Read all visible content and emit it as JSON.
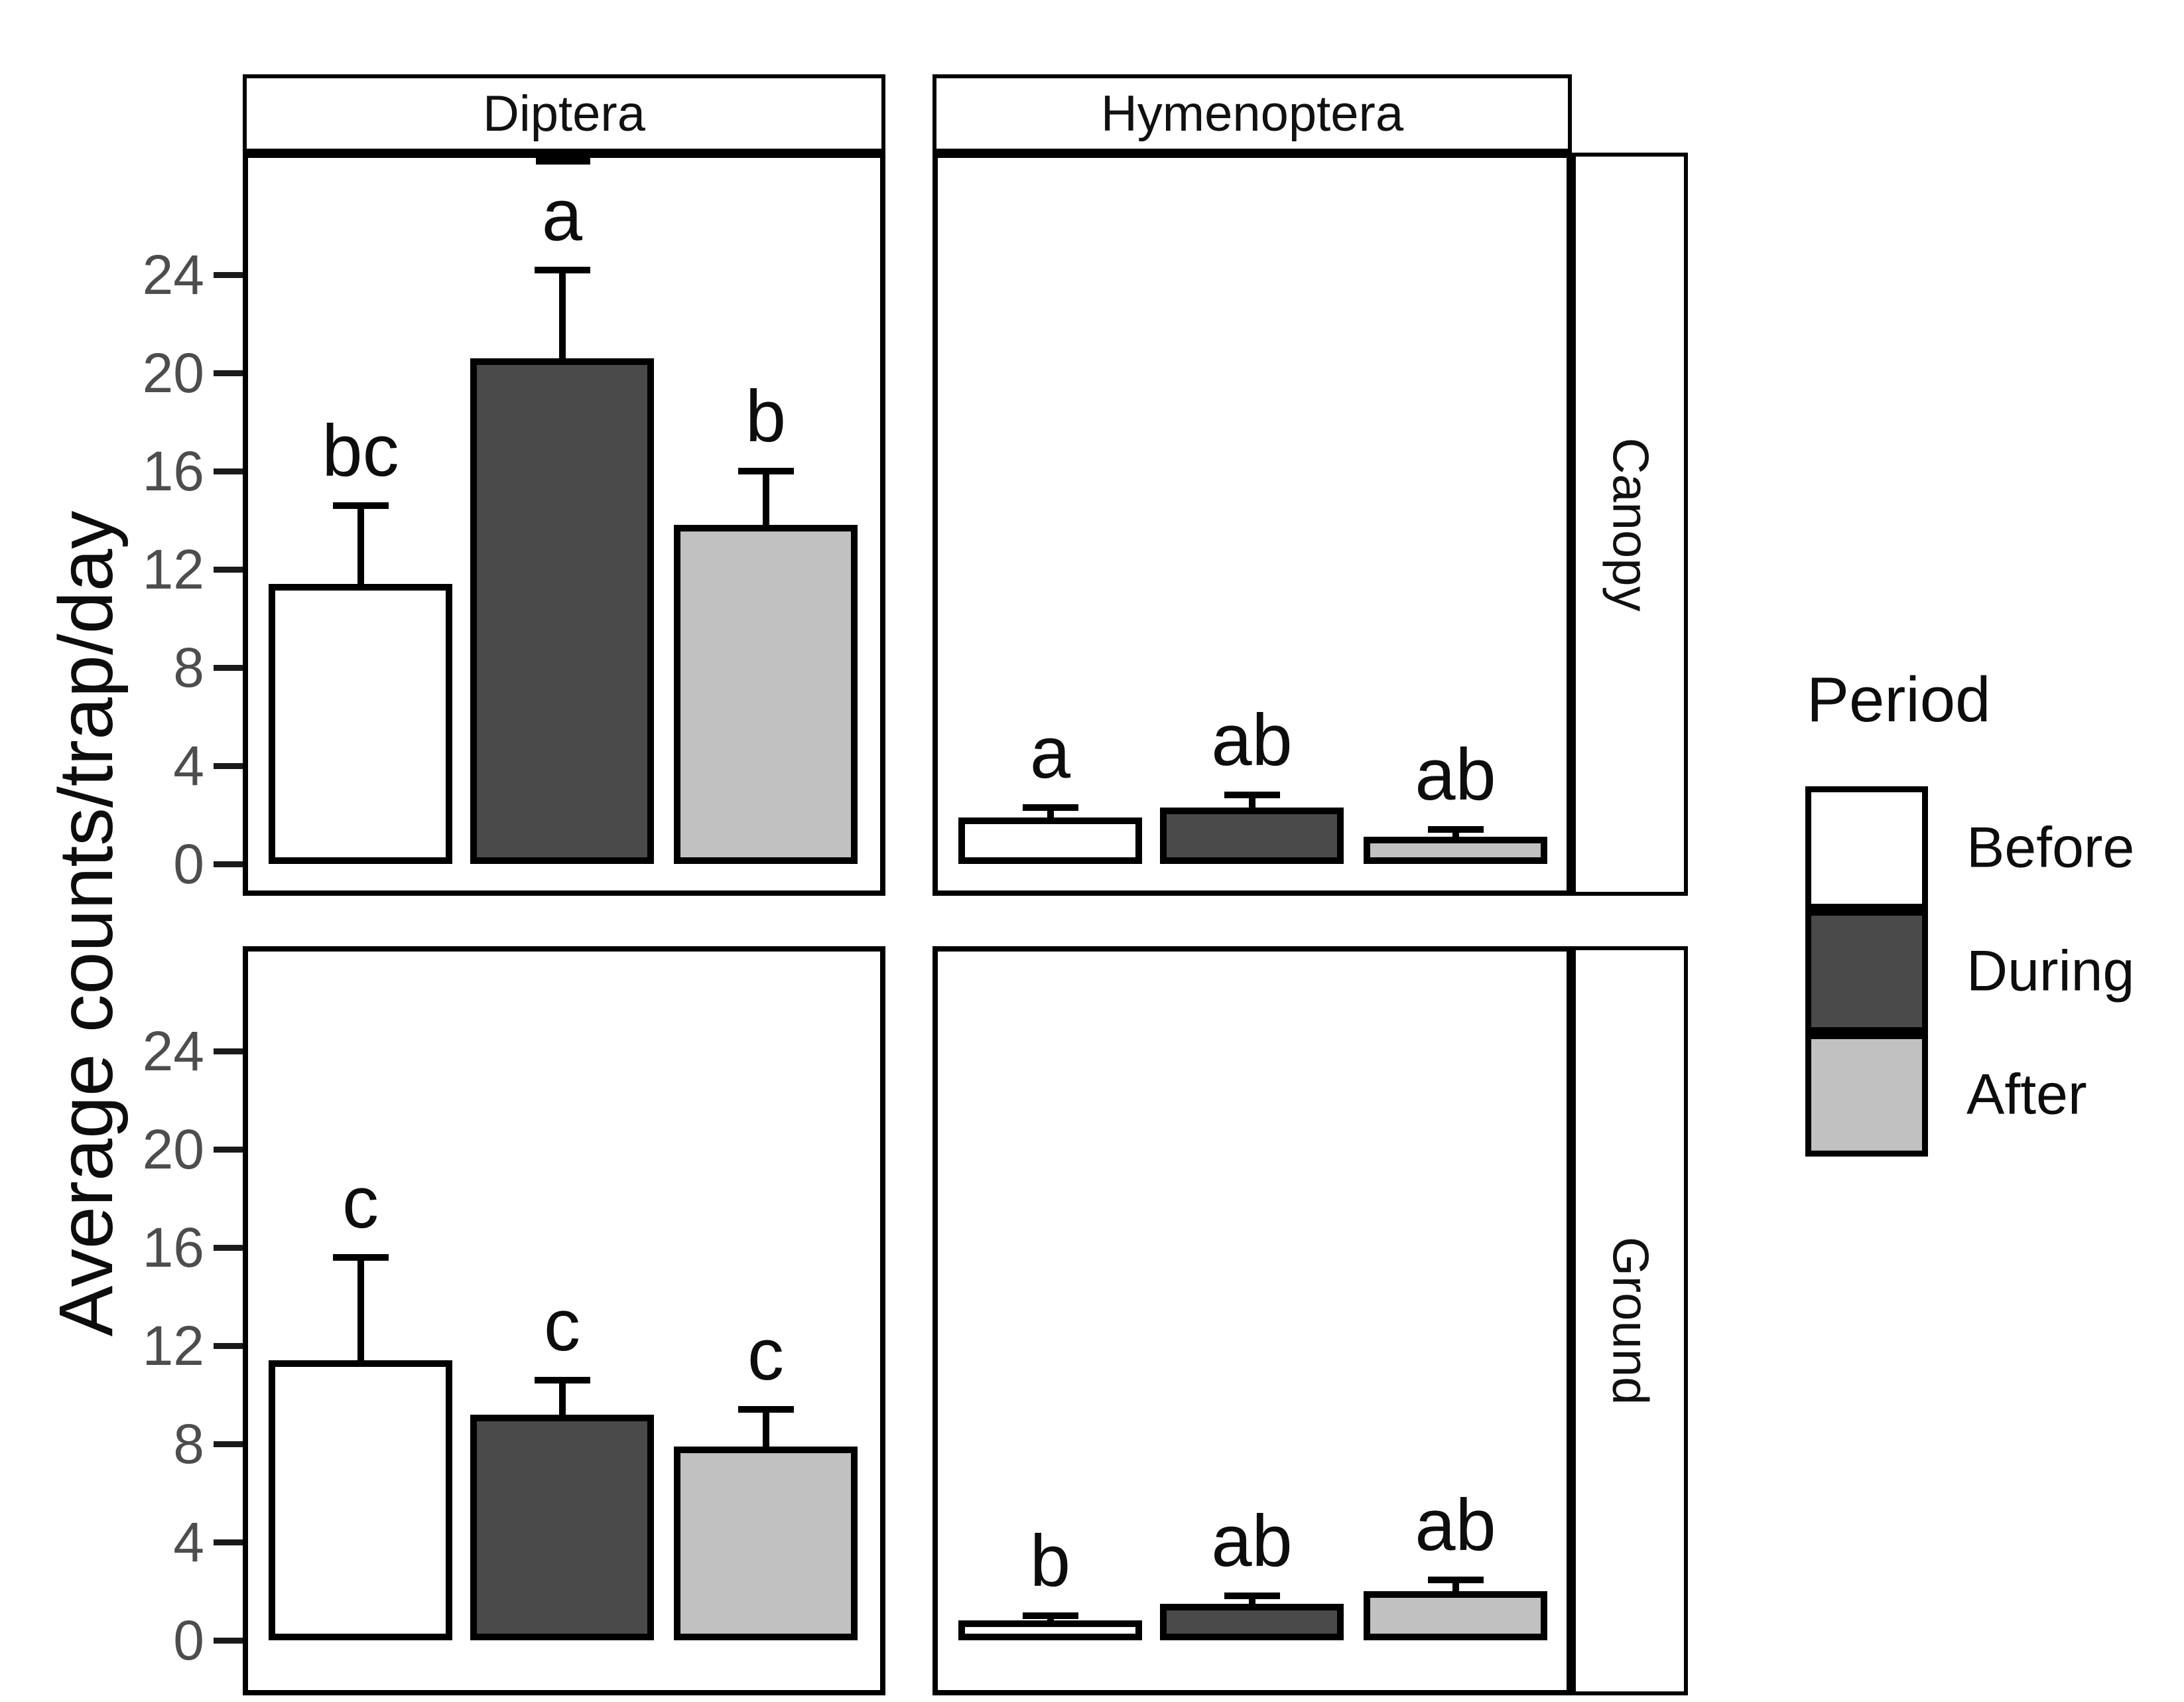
{
  "figure": {
    "y_axis_label": "Average counts/trap/day"
  },
  "facets": {
    "columns": [
      "Diptera",
      "Hymenoptera"
    ],
    "rows": [
      "Canopy",
      "Ground"
    ]
  },
  "legend": {
    "title": "Period",
    "items": [
      {
        "label": "Before",
        "color": "#ffffff"
      },
      {
        "label": "During",
        "color": "#4a4a4a"
      },
      {
        "label": "After",
        "color": "#c1c1c1"
      }
    ]
  },
  "chart_data": {
    "type": "bar",
    "title": "",
    "xlabel": "",
    "ylabel": "Average counts/trap/day",
    "ylim": [
      0,
      28
    ],
    "y_ticks": [
      0,
      4,
      8,
      12,
      16,
      20,
      24
    ],
    "grid": false,
    "legend_position": "right",
    "legend_title": "Period",
    "groups": [
      "Before",
      "During",
      "After"
    ],
    "group_colors": {
      "Before": "#ffffff",
      "During": "#4a4a4a",
      "After": "#c1c1c1"
    },
    "facet_columns": [
      "Diptera",
      "Hymenoptera"
    ],
    "facet_rows": [
      "Canopy",
      "Ground"
    ],
    "error_bars": "upper standard error, black caps",
    "panels": [
      {
        "row": "Canopy",
        "column": "Diptera",
        "bars": [
          {
            "period": "Before",
            "value": 11.4,
            "error_upper": 14.6,
            "letter": "bc"
          },
          {
            "period": "During",
            "value": 20.6,
            "error_upper": 24.2,
            "letter": "a"
          },
          {
            "period": "After",
            "value": 13.8,
            "error_upper": 16.0,
            "letter": "b"
          }
        ]
      },
      {
        "row": "Canopy",
        "column": "Hymenoptera",
        "bars": [
          {
            "period": "Before",
            "value": 1.9,
            "error_upper": 2.3,
            "letter": "a"
          },
          {
            "period": "During",
            "value": 2.3,
            "error_upper": 2.8,
            "letter": "ab"
          },
          {
            "period": "After",
            "value": 1.1,
            "error_upper": 1.4,
            "letter": "ab"
          }
        ]
      },
      {
        "row": "Ground",
        "column": "Diptera",
        "bars": [
          {
            "period": "Before",
            "value": 11.4,
            "error_upper": 15.6,
            "letter": "c"
          },
          {
            "period": "During",
            "value": 9.2,
            "error_upper": 10.6,
            "letter": "c"
          },
          {
            "period": "After",
            "value": 7.9,
            "error_upper": 9.4,
            "letter": "c"
          }
        ]
      },
      {
        "row": "Ground",
        "column": "Hymenoptera",
        "bars": [
          {
            "period": "Before",
            "value": 0.8,
            "error_upper": 1.0,
            "letter": "b"
          },
          {
            "period": "During",
            "value": 1.5,
            "error_upper": 1.8,
            "letter": "ab"
          },
          {
            "period": "After",
            "value": 2.0,
            "error_upper": 2.45,
            "letter": "ab"
          }
        ]
      }
    ]
  }
}
